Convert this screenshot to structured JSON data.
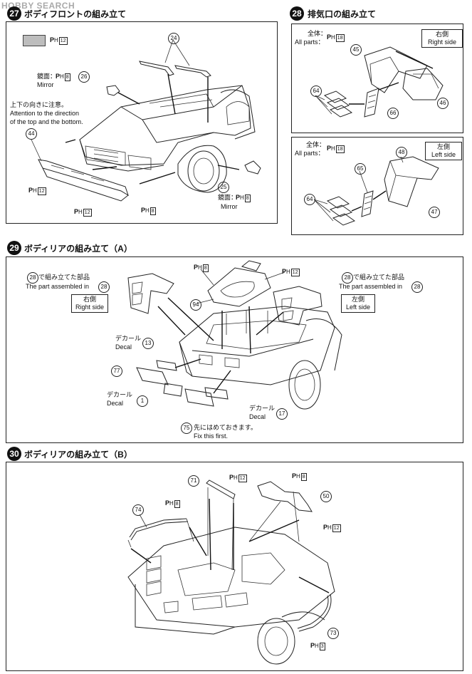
{
  "watermark": "HOBBY SEARCH",
  "step27": {
    "num": "27",
    "title": "ボディフロントの組み立て",
    "mirror_jp": "鏡面：",
    "mirror_en": "Mirror",
    "attention_jp": "上下の向きに注意。",
    "attention_en1": "Attention to the direction",
    "attention_en2": "of the top and the bottom.",
    "mirror2_jp": "鏡面：",
    "mirror2_en": "Mirror",
    "parts": {
      "p24": "24",
      "p26": "26",
      "p44": "44",
      "p25": "25"
    },
    "paint": {
      "ph12_a": "12",
      "ph8_a": "8",
      "ph12_b": "12",
      "ph12_c": "12",
      "ph8_b": "8",
      "ph8_c": "8"
    }
  },
  "step28": {
    "num": "28",
    "title": "排気口の組み立て",
    "allparts_jp": "全体：",
    "allparts_en": "All parts：",
    "right_jp": "右側",
    "right_en": "Right side",
    "left_jp": "左側",
    "left_en": "Left side",
    "paint": {
      "ph18_a": "18",
      "ph18_b": "18"
    },
    "parts": {
      "p45": "45",
      "p46": "46",
      "p64": "64",
      "p66": "66",
      "p48": "48",
      "p65": "65",
      "p64b": "64",
      "p47": "47"
    }
  },
  "step29": {
    "num": "29",
    "title": "ボディリアの組み立て（A）",
    "assembled_jp": "で組み立てた部品",
    "assembled_en": "The part assembled in",
    "ref28": "28",
    "right_jp": "右側",
    "right_en": "Right side",
    "left_jp": "左側",
    "left_en": "Left side",
    "decal_jp": "デカール",
    "decal_en": "Decal",
    "fix_jp": "先にはめておきます。",
    "fix_en": "Fix this first.",
    "parts": {
      "p94": "94",
      "p77": "77",
      "p75": "75"
    },
    "decals": {
      "d13": "13",
      "d1": "1",
      "d17": "17"
    },
    "paint": {
      "ph8": "8",
      "ph12": "12"
    }
  },
  "step30": {
    "num": "30",
    "title": "ボディリアの組み立て（B）",
    "parts": {
      "p71": "71",
      "p74": "74",
      "p50": "50",
      "p73": "73"
    },
    "paint": {
      "ph12_a": "12",
      "ph8_a": "8",
      "ph8_b": "8",
      "ph12_b": "12",
      "ph3": "3"
    }
  }
}
